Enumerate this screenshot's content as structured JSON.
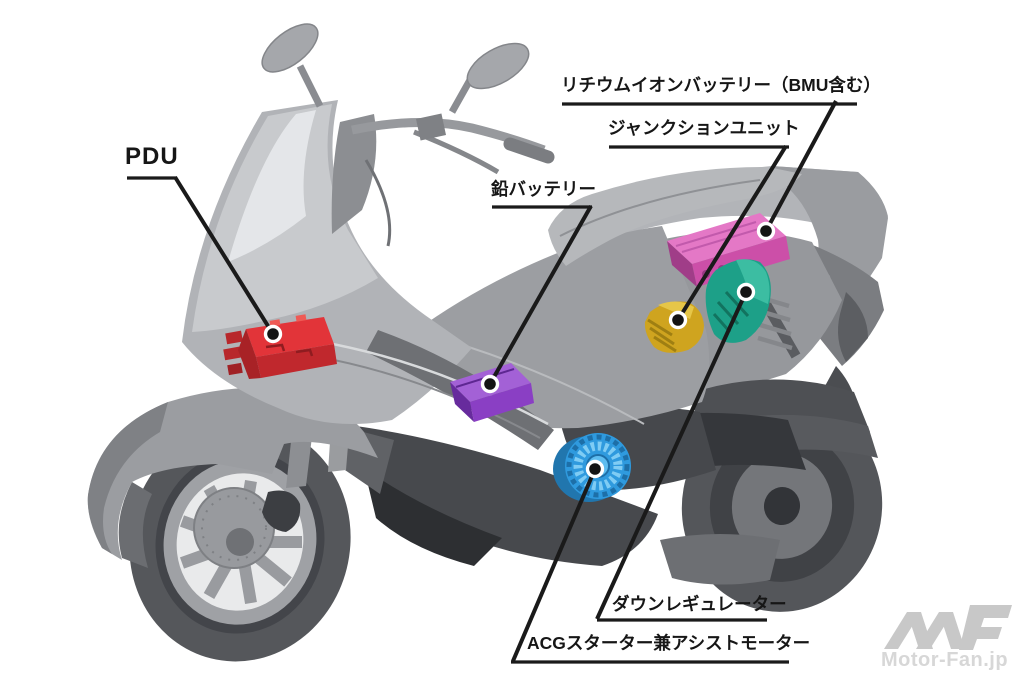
{
  "diagram": {
    "subject": "scooter-ev-components-cutaway"
  },
  "callouts": [
    {
      "id": "pdu",
      "label": "PDU",
      "color": "#e23439"
    },
    {
      "id": "lithium-battery",
      "label": "リチウムイオンバッテリー（BMU含む）",
      "color": "#cc4fa8"
    },
    {
      "id": "junction-unit",
      "label": "ジャンクションユニット",
      "color": "#cfa41f"
    },
    {
      "id": "lead-battery",
      "label": "鉛バッテリー",
      "color": "#8a3fc4"
    },
    {
      "id": "down-regulator",
      "label": "ダウンレギュレーター",
      "color": "#1da088"
    },
    {
      "id": "acg-motor",
      "label": "ACGスターター兼アシストモーター",
      "color": "#2f9ade"
    }
  ],
  "watermark": {
    "logo": "MF",
    "site": "Motor-Fan.jp",
    "logo_color": "#c8c8c8",
    "text_color": "#d7d7d7"
  }
}
